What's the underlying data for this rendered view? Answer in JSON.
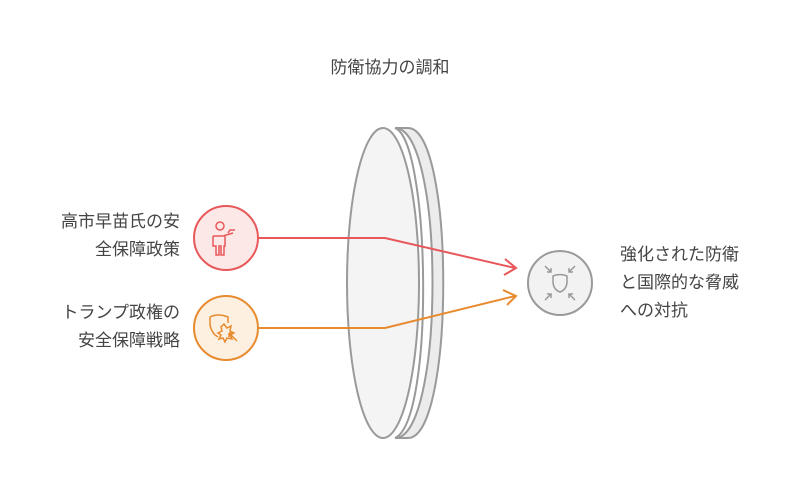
{
  "title": "防衛協力の調和",
  "inputs": [
    {
      "line1": "高市早苗氏の安",
      "line2": "全保障政策",
      "color": "#e8585a",
      "fill": "#fde8e8",
      "icon": "person-with-gun-icon"
    },
    {
      "line1": "トランプ政権の",
      "line2": "安全保障戦略",
      "color": "#e88a2e",
      "fill": "#fdf0e1",
      "icon": "shield-impact-icon"
    }
  ],
  "output": {
    "line1": "強化された防衛",
    "line2": "と国際的な脅威",
    "line3": "への対抗",
    "color": "#9a9a9a",
    "fill": "#f2f2f2",
    "icon": "shield-converge-icon"
  }
}
